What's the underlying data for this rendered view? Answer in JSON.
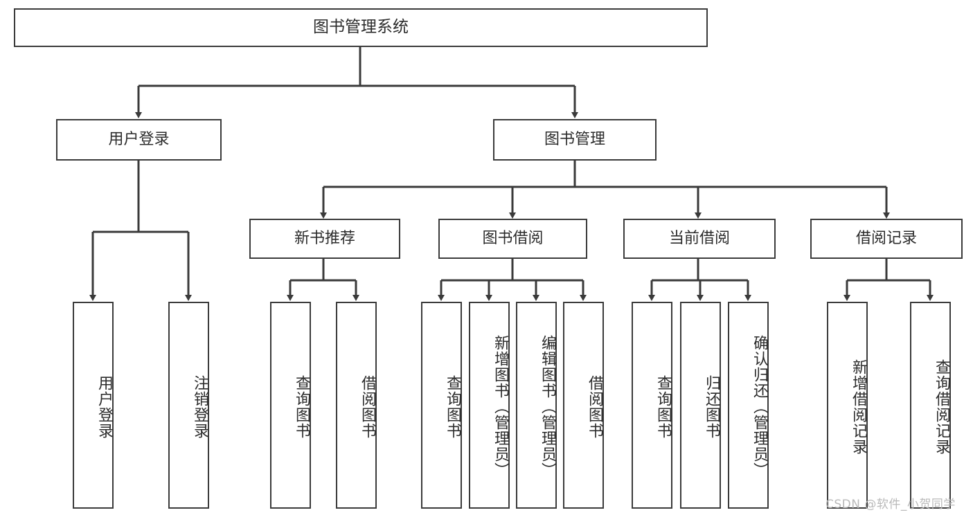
{
  "diagram": {
    "title": "图书管理系统",
    "type": "功能结构图",
    "stroke_color": "#3a3a3a",
    "text_color": "#2b2b2b",
    "background_color": "#ffffff",
    "watermark": {
      "text": "CSDN @软件_小贺同学",
      "color": "#b9b9b9"
    }
  },
  "nodes": {
    "root": {
      "label": "图书管理系统"
    },
    "level2": [
      {
        "id": "user-login",
        "label": "用户登录"
      },
      {
        "id": "book-management",
        "label": "图书管理"
      }
    ],
    "level3": [
      {
        "id": "new-book-recommend",
        "label": "新书推荐"
      },
      {
        "id": "book-borrow",
        "label": "图书借阅"
      },
      {
        "id": "current-borrow",
        "label": "当前借阅"
      },
      {
        "id": "borrow-record",
        "label": "借阅记录"
      }
    ],
    "leaves": {
      "user_login": [
        {
          "id": "leaf-user-login",
          "label": "用户登录"
        },
        {
          "id": "leaf-logout-login",
          "label": "注销登录"
        }
      ],
      "new_book_recommend": [
        {
          "id": "leaf-query-book-1",
          "label": "查询图书"
        },
        {
          "id": "leaf-borrow-book-1",
          "label": "借阅图书"
        }
      ],
      "book_borrow": [
        {
          "id": "leaf-query-book-2",
          "label": "查询图书"
        },
        {
          "id": "leaf-add-book",
          "label": "新增图书（管理员）"
        },
        {
          "id": "leaf-edit-book",
          "label": "编辑图书（管理员）"
        },
        {
          "id": "leaf-borrow-book-2",
          "label": "借阅图书"
        }
      ],
      "current_borrow": [
        {
          "id": "leaf-query-book-3",
          "label": "查询图书"
        },
        {
          "id": "leaf-return-book",
          "label": "归还图书"
        },
        {
          "id": "leaf-confirm-return",
          "label": "确认归还（管理员）"
        }
      ],
      "borrow_record": [
        {
          "id": "leaf-add-borrow-record",
          "label": "新增借阅记录"
        },
        {
          "id": "leaf-query-borrow-record",
          "label": "查询借阅记录"
        }
      ]
    }
  },
  "chart_data": {
    "type": "diagram",
    "title": "图书管理系统",
    "structure": "tree",
    "edges": [
      {
        "from": "图书管理系统",
        "to": "用户登录"
      },
      {
        "from": "图书管理系统",
        "to": "图书管理"
      },
      {
        "from": "用户登录",
        "to": "用户登录"
      },
      {
        "from": "用户登录",
        "to": "注销登录"
      },
      {
        "from": "图书管理",
        "to": "新书推荐"
      },
      {
        "from": "图书管理",
        "to": "图书借阅"
      },
      {
        "from": "图书管理",
        "to": "当前借阅"
      },
      {
        "from": "图书管理",
        "to": "借阅记录"
      },
      {
        "from": "新书推荐",
        "to": "查询图书"
      },
      {
        "from": "新书推荐",
        "to": "借阅图书"
      },
      {
        "from": "图书借阅",
        "to": "查询图书"
      },
      {
        "from": "图书借阅",
        "to": "新增图书（管理员）"
      },
      {
        "from": "图书借阅",
        "to": "编辑图书（管理员）"
      },
      {
        "from": "图书借阅",
        "to": "借阅图书"
      },
      {
        "from": "当前借阅",
        "to": "查询图书"
      },
      {
        "from": "当前借阅",
        "to": "归还图书"
      },
      {
        "from": "当前借阅",
        "to": "确认归还（管理员）"
      },
      {
        "from": "借阅记录",
        "to": "新增借阅记录"
      },
      {
        "from": "借阅记录",
        "to": "查询借阅记录"
      }
    ]
  }
}
